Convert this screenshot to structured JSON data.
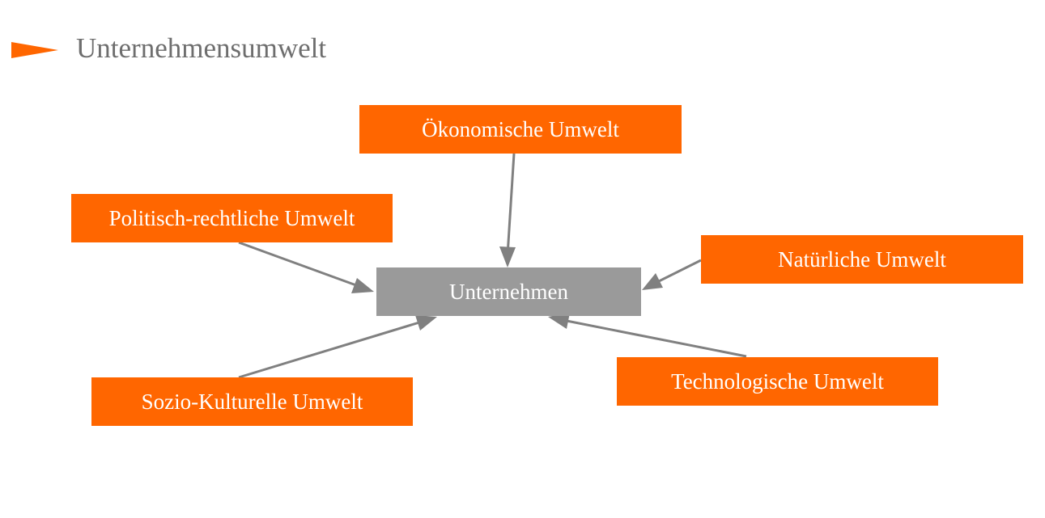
{
  "title": "Unternehmensumwelt",
  "colors": {
    "accent": "#ff6600",
    "center": "#9a9a9a",
    "arrow": "#808080",
    "title_text": "#6e6e6e"
  },
  "diagram": {
    "center": "Unternehmen",
    "factors": {
      "oekonomisch": "Ökonomische Umwelt",
      "politisch": "Politisch-rechtliche Umwelt",
      "natuerlich": "Natürliche Umwelt",
      "sozio": "Sozio-Kulturelle Umwelt",
      "technologisch": "Technologische Umwelt"
    },
    "edges": [
      {
        "from": "Ökonomische Umwelt",
        "to": "Unternehmen"
      },
      {
        "from": "Politisch-rechtliche Umwelt",
        "to": "Unternehmen"
      },
      {
        "from": "Natürliche Umwelt",
        "to": "Unternehmen"
      },
      {
        "from": "Sozio-Kulturelle Umwelt",
        "to": "Unternehmen"
      },
      {
        "from": "Technologische Umwelt",
        "to": "Unternehmen"
      }
    ]
  }
}
